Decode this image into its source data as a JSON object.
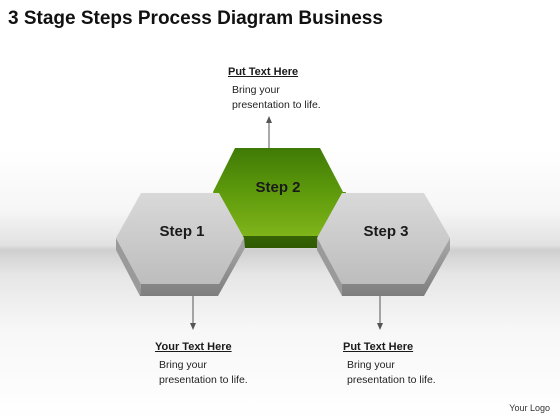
{
  "title": "3 Stage Steps Process Diagram Business",
  "steps": [
    {
      "label": "Step 1",
      "color": "#c9c9c9",
      "side_color": "#8f8f8f"
    },
    {
      "label": "Step 2",
      "color": "#5e9a0c",
      "side_color": "#3c6a05"
    },
    {
      "label": "Step 3",
      "color": "#c9c9c9",
      "side_color": "#8f8f8f"
    }
  ],
  "callouts": [
    {
      "title": "Put Text Here",
      "body": [
        "Bring your",
        "presentation to life."
      ]
    },
    {
      "title": "Your Text Here",
      "body": [
        "Bring your",
        "presentation to life."
      ]
    },
    {
      "title": "Put Text Here",
      "body": [
        "Bring your",
        "presentation to life."
      ]
    }
  ],
  "logo": "Your Logo"
}
